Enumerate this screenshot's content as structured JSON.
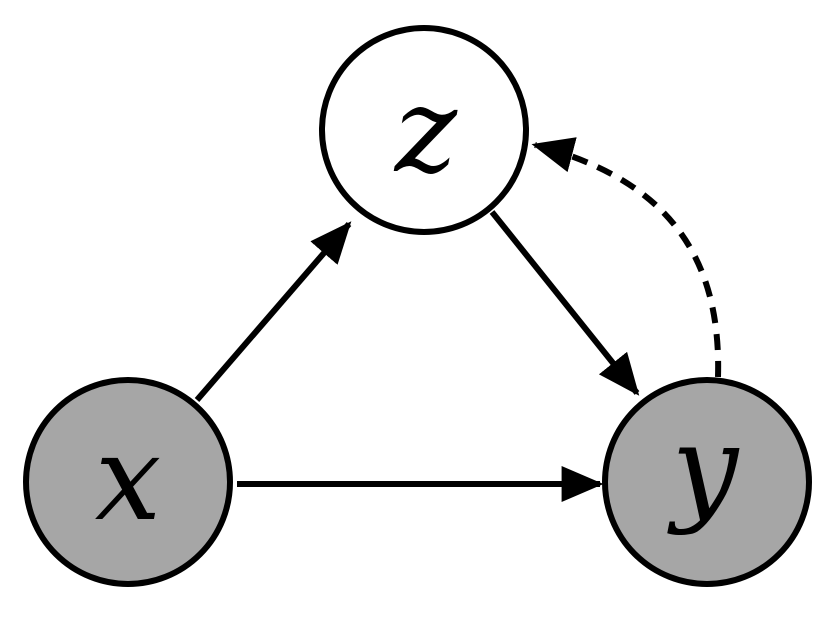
{
  "diagram": {
    "type": "causal-graph",
    "colors": {
      "observed_fill": "#a6a6a6",
      "latent_fill": "#ffffff",
      "stroke": "#000000"
    },
    "nodes": [
      {
        "id": "z",
        "label": "z",
        "observed": false
      },
      {
        "id": "x",
        "label": "x",
        "observed": true
      },
      {
        "id": "y",
        "label": "y",
        "observed": true
      }
    ],
    "edges": [
      {
        "from": "x",
        "to": "z",
        "style": "solid"
      },
      {
        "from": "z",
        "to": "y",
        "style": "solid"
      },
      {
        "from": "x",
        "to": "y",
        "style": "solid"
      },
      {
        "from": "y",
        "to": "z",
        "style": "dashed"
      }
    ]
  }
}
